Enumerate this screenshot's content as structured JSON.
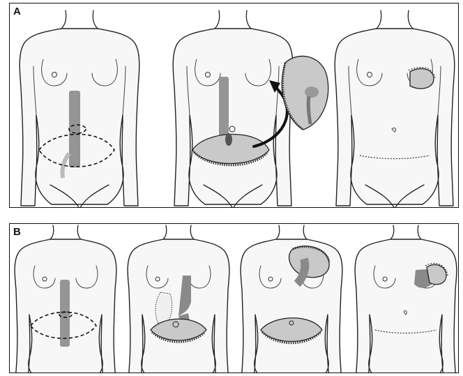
{
  "panels": [
    {
      "label": "A",
      "figure_count": 3
    },
    {
      "label": "B",
      "figure_count": 4
    }
  ],
  "icons": {
    "harvest_arrow": "curved-arrow-icon"
  },
  "colors": {
    "outline": "#222222",
    "flap_fill": "#c9c9c9",
    "vessel": "#8a8a8a",
    "background": "#ffffff"
  }
}
